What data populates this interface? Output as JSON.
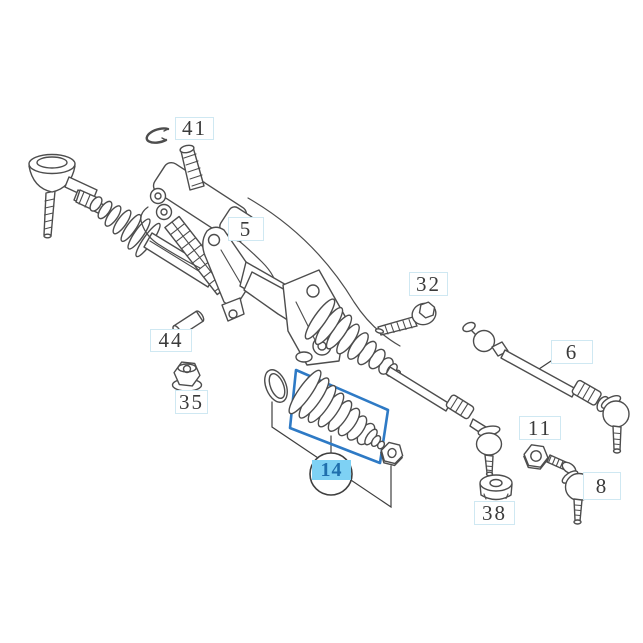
{
  "diagram": {
    "background_color": "#ffffff",
    "line_color": "#4d4d4d",
    "highlight": {
      "selection_box_color": "#2e7ac5",
      "badge_background": "#7ed1f4",
      "badge_text_color": "#1f6fad"
    },
    "label_style": {
      "border_color": "#cfe8f2",
      "text_color": "#3a3a3a",
      "background": "#ffffff"
    },
    "labels": [
      {
        "number": "41",
        "highlighted": false
      },
      {
        "number": "5",
        "highlighted": false
      },
      {
        "number": "32",
        "highlighted": false
      },
      {
        "number": "44",
        "highlighted": false
      },
      {
        "number": "6",
        "highlighted": false
      },
      {
        "number": "35",
        "highlighted": false
      },
      {
        "number": "11",
        "highlighted": false
      },
      {
        "number": "14",
        "highlighted": true
      },
      {
        "number": "38",
        "highlighted": false
      },
      {
        "number": "8",
        "highlighted": false
      }
    ]
  }
}
